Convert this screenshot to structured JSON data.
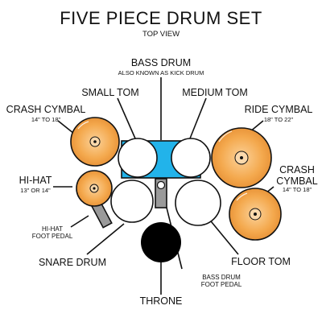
{
  "title": "FIVE PIECE DRUM SET",
  "subtitle": "TOP VIEW",
  "labels": {
    "bass_drum": "BASS DRUM",
    "bass_drum_note": "ALSO KNOWN AS KICK DRUM",
    "small_tom": "SMALL TOM",
    "medium_tom": "MEDIUM TOM",
    "crash_left": "CRASH CYMBAL",
    "crash_left_size": "14\" TO 18\"",
    "ride": "RIDE CYMBAL",
    "ride_size": "18\" TO 22\"",
    "hihat": "HI-HAT",
    "hihat_size": "13\" OR 14\"",
    "crash_right_1": "CRASH",
    "crash_right_2": "CYMBAL",
    "crash_right_size": "14\" TO 18\"",
    "hihat_pedal_1": "HI-HAT",
    "hihat_pedal_2": "FOOT PEDAL",
    "snare": "SNARE DRUM",
    "floor_tom": "FLOOR TOM",
    "bass_pedal_1": "BASS DRUM",
    "bass_pedal_2": "FOOT PEDAL",
    "throne": "THRONE"
  },
  "colors": {
    "cymbal": "#f4a94e",
    "bass_drum": "#22b3ea",
    "pedal": "#9a9a9a",
    "throne": "#000000",
    "outline": "#111111"
  }
}
